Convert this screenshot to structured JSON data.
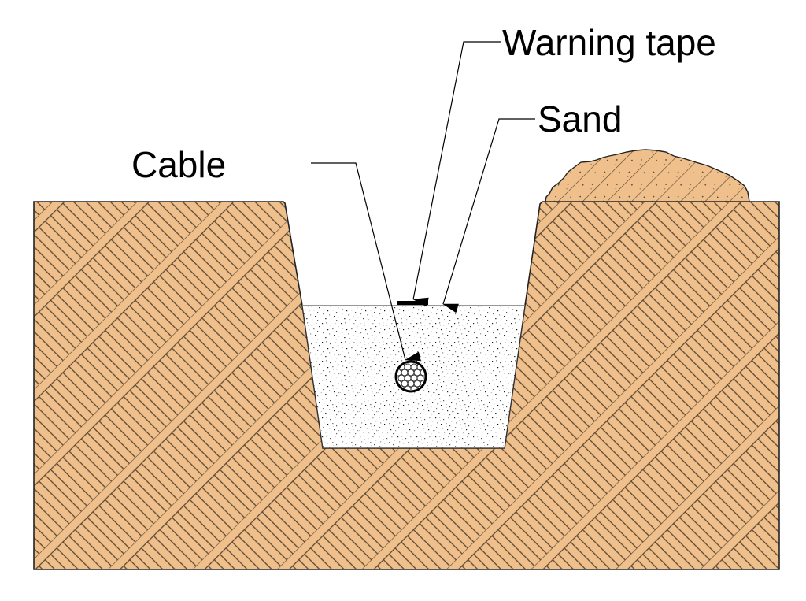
{
  "diagram": {
    "title": "Cable trench cross-section",
    "labels": {
      "warning_tape": "Warning tape",
      "sand": "Sand",
      "cable": "Cable"
    },
    "materials": {
      "earth": {
        "name": "Earth (hatched)",
        "color": "#EFC08C",
        "line_color": "#5a4630"
      },
      "sand": {
        "name": "Sand",
        "color": "#ffffff",
        "dot_color": "#555555"
      },
      "spoil_heap": {
        "name": "Excavated spoil",
        "color": "#EFC08C"
      },
      "warning_tape": {
        "name": "Warning tape",
        "color": "#000000"
      },
      "cable": {
        "name": "Cable",
        "color": "#000000"
      }
    }
  }
}
